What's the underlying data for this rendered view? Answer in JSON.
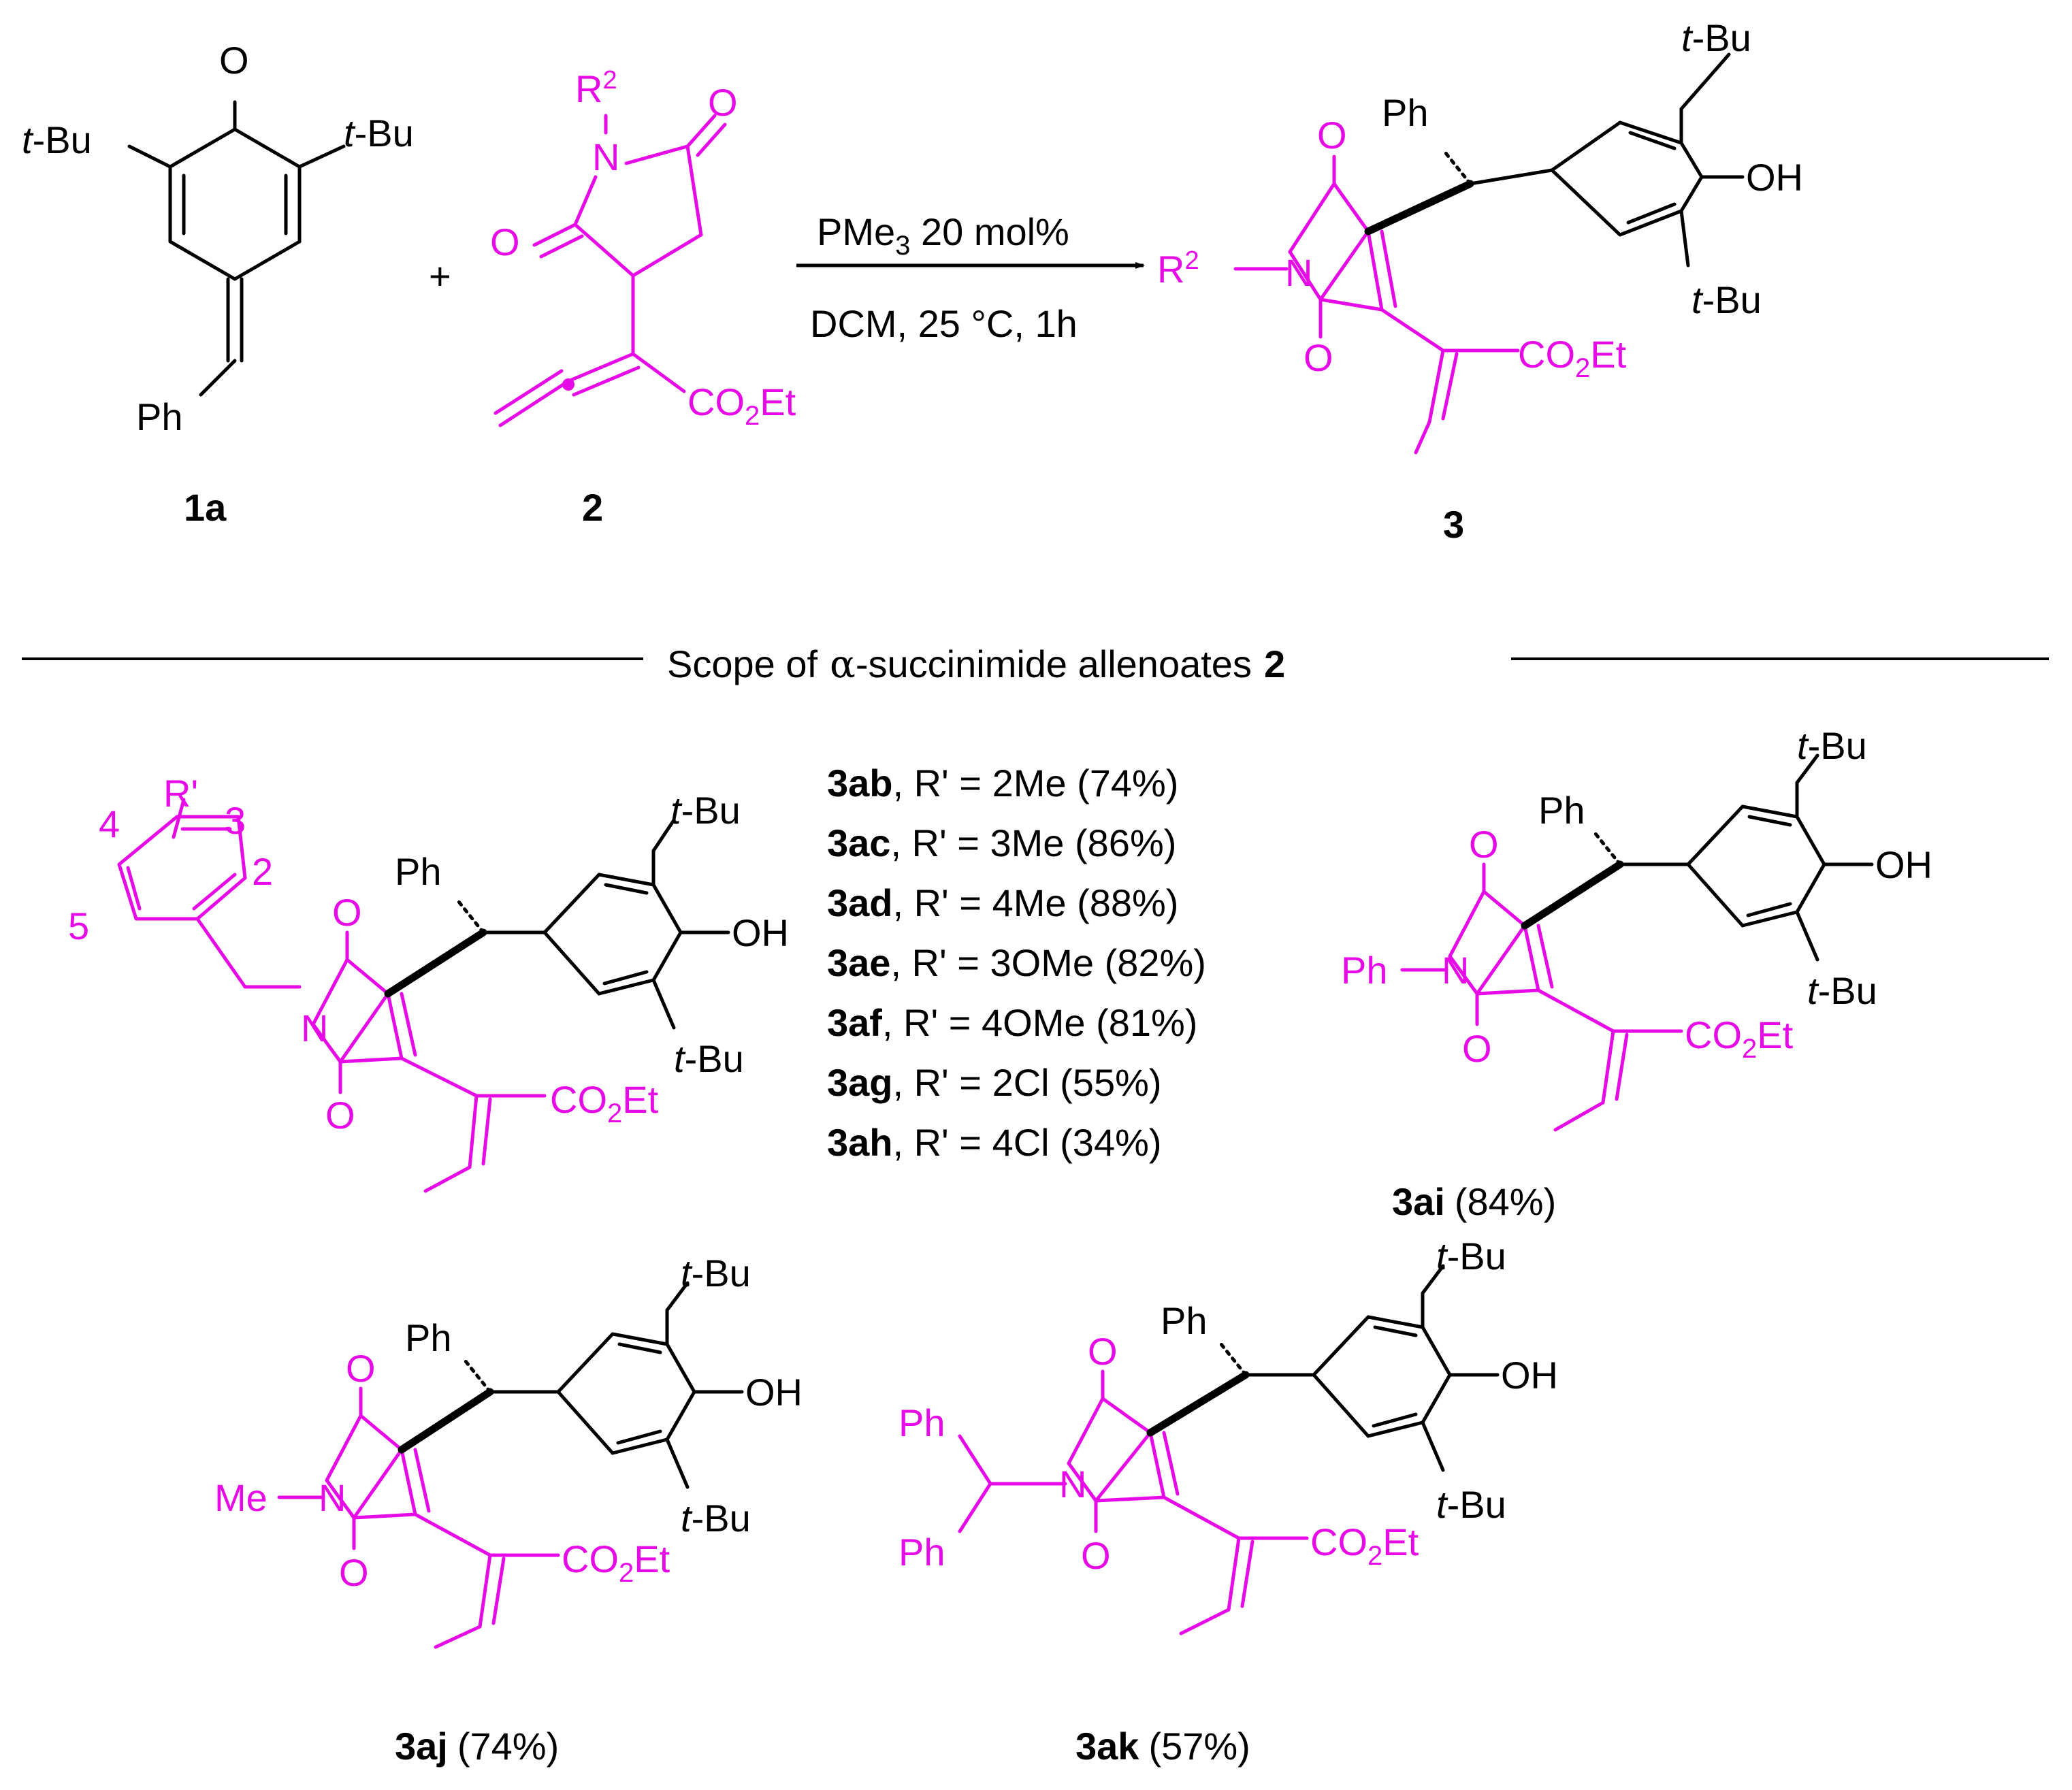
{
  "colors": {
    "accent": "#e60ae6",
    "ink": "#000000",
    "background": "#ffffff"
  },
  "reaction": {
    "plus": "+",
    "conditions_top": "PMe3 20 mol%",
    "conditions_bottom": "DCM, 25 °C, 1h",
    "labels": {
      "r1": "1a",
      "r2": "2",
      "p": "3"
    }
  },
  "atoms": {
    "o": "O",
    "n": "N",
    "ph": "Ph",
    "tbu": "t-Bu",
    "t": "t",
    "bu": "-Bu",
    "oh": "OH",
    "co2et": "CO2Et",
    "r2": "R2",
    "me": "Me",
    "rprime": "R'",
    "pos2": "2",
    "pos3": "3",
    "pos4": "4",
    "pos5": "5"
  },
  "scope": {
    "title_pre": "Scope of",
    "alpha": "α",
    "title_post": "-succinimide allenoates",
    "title_num": "2",
    "list": [
      {
        "id": "3ab",
        "text": ", R' = 2Me (74%)"
      },
      {
        "id": "3ac",
        "text": ", R' = 3Me (86%)"
      },
      {
        "id": "3ad",
        "text": ", R' = 4Me (88%)"
      },
      {
        "id": "3ae",
        "text": ", R' = 3OMe (82%)"
      },
      {
        "id": "3af",
        "text": ", R' = 4OMe (81%)"
      },
      {
        "id": "3ag",
        "text": ", R' = 2Cl (55%)"
      },
      {
        "id": "3ah",
        "text": ", R' = 4Cl (34%)"
      }
    ],
    "compounds": [
      {
        "id": "3ai",
        "yield": "(84%)"
      },
      {
        "id": "3aj",
        "yield": "(74%)"
      },
      {
        "id": "3ak",
        "yield": "(57%)"
      }
    ]
  }
}
